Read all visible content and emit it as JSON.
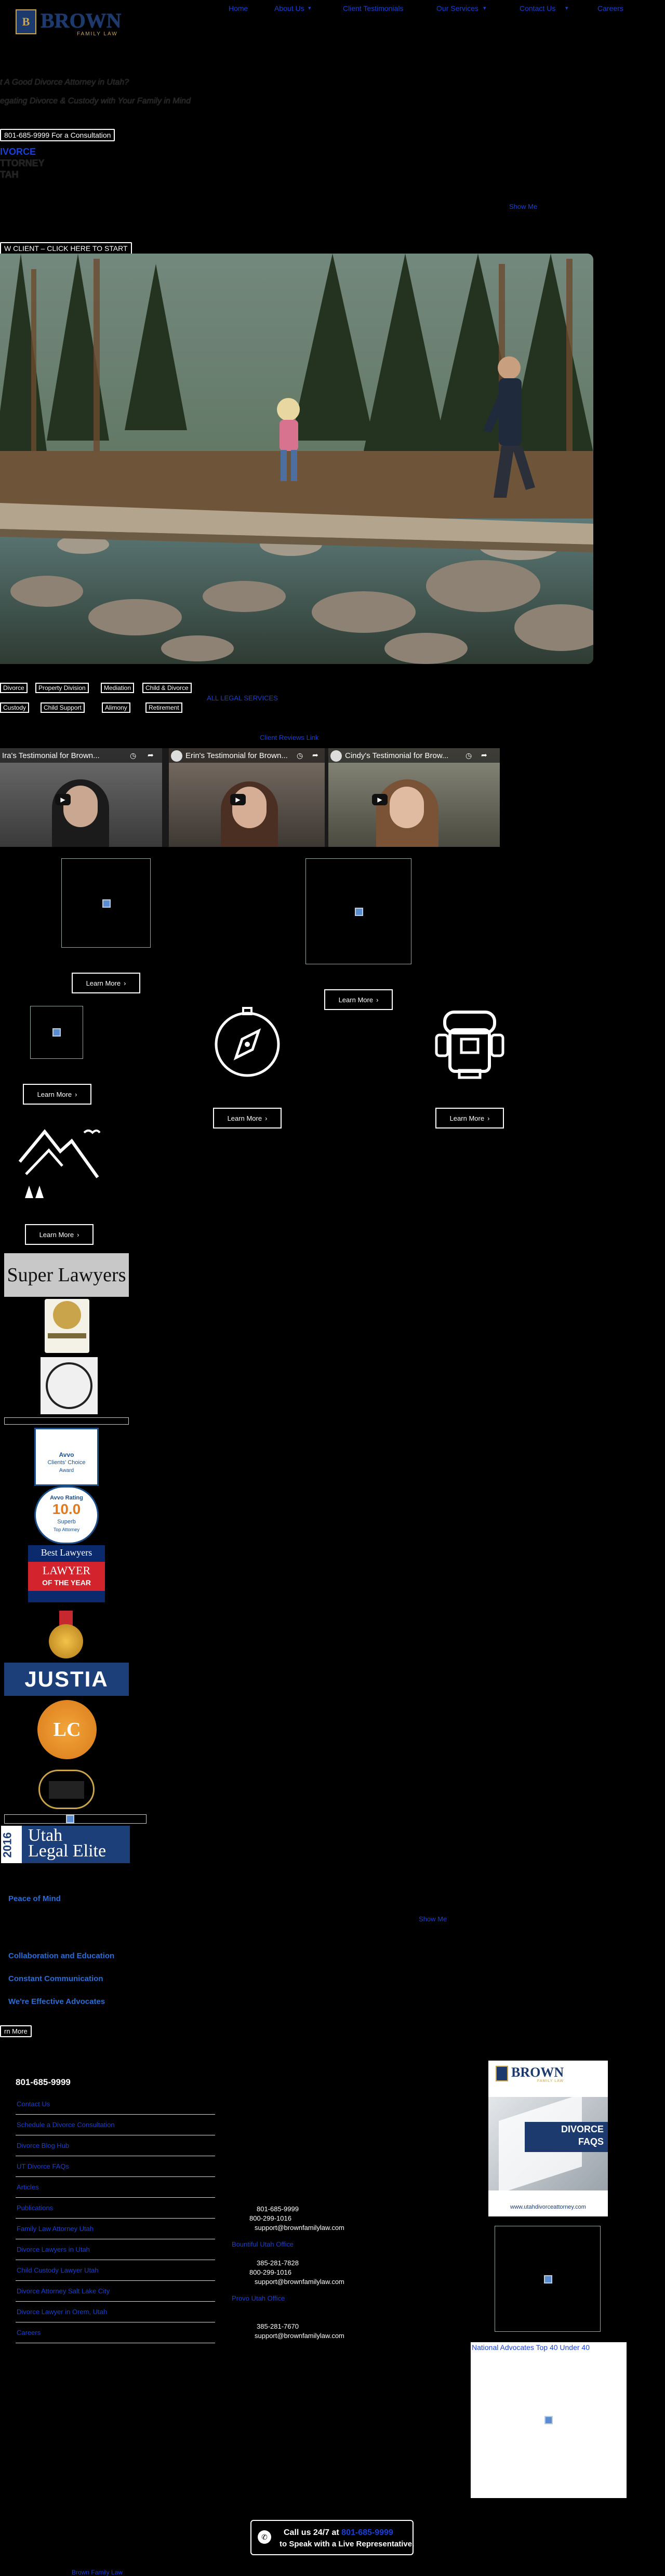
{
  "header": {
    "logo_text": "BROWN",
    "logo_sub": "FAMILY LAW",
    "nav": [
      {
        "label": "Home"
      },
      {
        "label": "About Us"
      },
      {
        "label": "Client Testimonials"
      },
      {
        "label": "Our Services"
      },
      {
        "label": "Contact Us"
      },
      {
        "label": "Careers"
      }
    ]
  },
  "hero": {
    "headline": "t A Good Divorce Attorney in Utah?",
    "subline": "egating Divorce & Custody with Your Family in Mind",
    "cta": "801-685-9999 For a Consultation",
    "ghost_lines": [
      "IVORCE",
      "TTORNEY",
      "TAH"
    ],
    "show_more": "Show Me",
    "new_client_cta": "W CLIENT – CLICK HERE TO START"
  },
  "service_tags": {
    "row1": [
      "Divorce",
      "Property Division",
      "Mediation",
      "Child & Divorce"
    ],
    "row2": [
      "Custody",
      "Child Support",
      "Alimony",
      "Retirement"
    ],
    "all_services": "ALL LEGAL SERVICES"
  },
  "testimonials": {
    "heading": "Client Reviews Link",
    "videos": [
      {
        "title": "Ira's Testimonial for Brown..."
      },
      {
        "title": "Erin's Testimonial for Brown..."
      },
      {
        "title": "Cindy's Testimonial for Brow..."
      }
    ]
  },
  "learn_more_label": "Learn More",
  "badges": {
    "super_lawyers": "Super Lawyers",
    "justia": "JUSTIA",
    "avvo_score": "10.0",
    "avvo_label": "Superb",
    "avvo_brand": "Avvo Rating",
    "avvo_top": "Top Attorney",
    "avvo_cc": "Avvo",
    "avvo_cc_sub": "Clients' Choice",
    "avvo_cc_award": "Award",
    "best_lawyers_1": "Best Lawyers",
    "best_lawyers_2": "LAWYER",
    "best_lawyers_3": "OF THE YEAR",
    "utah_elite_year": "2016",
    "utah_elite_1": "Utah",
    "utah_elite_2": "Legal Elite",
    "lc_text": "LC"
  },
  "features": {
    "peace": "Peace of Mind",
    "show_me": "Show Me",
    "items": [
      "Collaboration and Education",
      "Constant Communication",
      "We're Effective Advocates"
    ],
    "learn_more_cut": "rn More"
  },
  "footer": {
    "phone": "801-685-9999",
    "links": [
      "Contact Us",
      "Schedule a Divorce Consultation",
      "Divorce Blog Hub",
      "UT Divorce FAQs",
      "Articles",
      "Publications",
      "Family Law Attorney Utah",
      "Divorce Lawyers in Utah",
      "Child Custody Lawyer Utah",
      "Divorce Attorney Salt Lake City",
      "Divorce Lawyer in Orem, Utah",
      "Careers"
    ],
    "offices": [
      {
        "name": "",
        "phone1": "801-685-9999",
        "phone2": "800-299-1016",
        "email": "support@brownfamilylaw.com"
      },
      {
        "name": "Bountiful Utah Office",
        "phone1": "385-281-7828",
        "phone2": "800-299-1016",
        "email": "support@brownfamilylaw.com"
      },
      {
        "name": "Provo Utah Office",
        "phone1": "385-281-7670",
        "phone2": "",
        "email": "support@brownfamilylaw.com"
      }
    ],
    "faq_ad": {
      "brand": "BROWN",
      "brand_sub": "FAMILY LAW",
      "line1": "DIVORCE",
      "line2": "FAQS",
      "url": "www.utahdivorceattorney.com"
    },
    "nat_adv": "National Advocates Top 40 Under 40",
    "call_bar_1": "Call us 24/7 at",
    "call_bar_phone": "801-685-9999",
    "call_bar_2": "to Speak with a Live Representative.",
    "bottom_link": "Brown Family Law"
  },
  "colors": {
    "accent": "#1a3fd8",
    "feature_blue": "#2b6cd6",
    "brand_navy": "#1c3a6e"
  }
}
